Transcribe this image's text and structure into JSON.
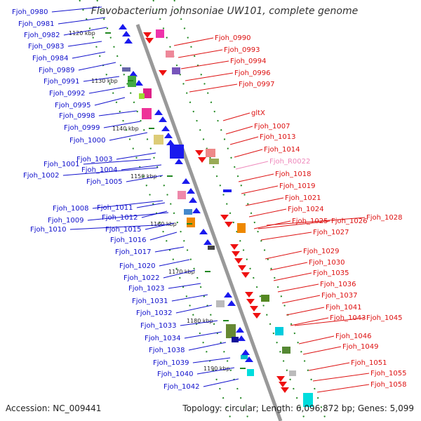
{
  "title": "Flavobacterium johnsoniae UW101, complete genome",
  "footer": {
    "accession": "Accession: NC_009441",
    "summary": "Topology: circular; Length: 6,096,872 bp; Genes: 5,099"
  },
  "colors": {
    "left_labels": "#1111cc",
    "right_labels": "#dd1111",
    "rna_label": "#ee88bb",
    "backbone": "#999999",
    "dots": "#228822"
  },
  "scale_labels": [
    "1120 kbp",
    "1130 kbp",
    "1140 kbp",
    "1150 kbp",
    "1160 kbp",
    "1170 kbp",
    "1180 kbp",
    "1190 kbp"
  ],
  "left_genes": [
    "Fjoh_0980",
    "Fjoh_0981",
    "Fjoh_0982",
    "Fjoh_0983",
    "Fjoh_0984",
    "Fjoh_0989",
    "Fjoh_0991",
    "Fjoh_0992",
    "Fjoh_0995",
    "Fjoh_0998",
    "Fjoh_0999",
    "Fjoh_1000",
    "Fjoh_1001",
    "Fjoh_1003",
    "Fjoh_1002",
    "Fjoh_1004",
    "Fjoh_1005",
    "Fjoh_1008",
    "Fjoh_1011",
    "Fjoh_1012",
    "Fjoh_1009",
    "Fjoh_1010",
    "Fjoh_1015",
    "Fjoh_1016",
    "Fjoh_1017",
    "Fjoh_1020",
    "Fjoh_1022",
    "Fjoh_1023",
    "Fjoh_1031",
    "Fjoh_1032",
    "Fjoh_1033",
    "Fjoh_1034",
    "Fjoh_1038",
    "Fjoh_1039",
    "Fjoh_1040",
    "Fjoh_1042"
  ],
  "right_genes": [
    "Fjoh_0990",
    "Fjoh_0993",
    "Fjoh_0994",
    "Fjoh_0996",
    "Fjoh_0997",
    "gltX",
    "Fjoh_1007",
    "Fjoh_1013",
    "Fjoh_1014",
    "Fjoh_R0022",
    "Fjoh_1018",
    "Fjoh_1019",
    "Fjoh_1021",
    "Fjoh_1024",
    "Fjoh_1025",
    "Fjoh_1026",
    "Fjoh_1028",
    "Fjoh_1027",
    "Fjoh_1029",
    "Fjoh_1030",
    "Fjoh_1035",
    "Fjoh_1036",
    "Fjoh_1037",
    "Fjoh_1041",
    "Fjoh_1043",
    "Fjoh_1045",
    "Fjoh_1046",
    "Fjoh_1049",
    "Fjoh_1051",
    "Fjoh_1055",
    "Fjoh_1058"
  ]
}
